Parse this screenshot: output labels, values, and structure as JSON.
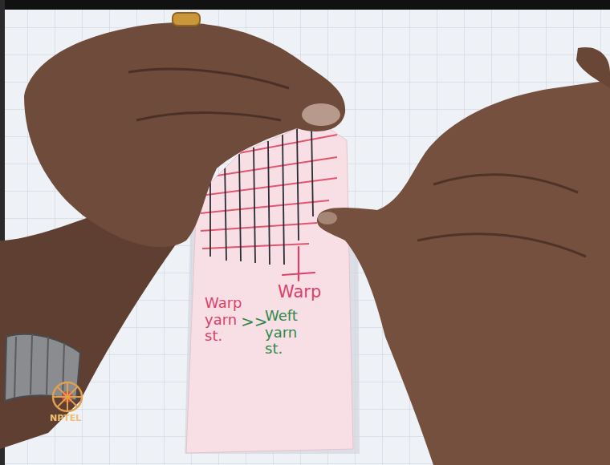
{
  "diagram": {
    "labels": [
      "Warp",
      "Warp yarn st.",
      ">>",
      "Weft yarn st.",
      "NPTEL"
    ]
  }
}
